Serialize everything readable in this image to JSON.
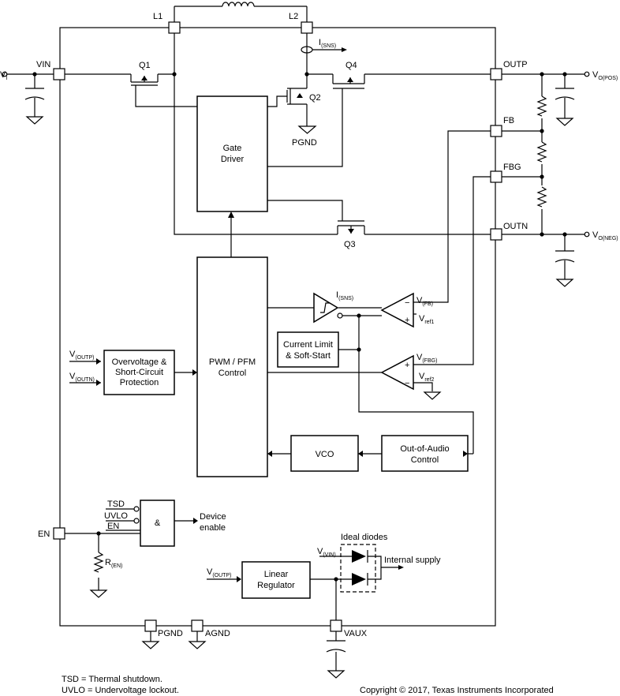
{
  "pins": {
    "L1": "L1",
    "L2": "L2",
    "VIN": "VIN",
    "OUTP": "OUTP",
    "FB": "FB",
    "FBG": "FBG",
    "OUTN": "OUTN",
    "EN": "EN",
    "PGND": "PGND",
    "AGND": "AGND",
    "VAUX": "VAUX"
  },
  "transistors": {
    "q1": "Q1",
    "q2": "Q2",
    "q3": "Q3",
    "q4": "Q4"
  },
  "ext": {
    "vi_main": "V",
    "vi_sub": "I",
    "vopos_main": "V",
    "vopos_sub": "O(POS)",
    "voneg_main": "V",
    "voneg_sub": "O(NEG)",
    "pgnd_sym": "PGND",
    "isns_main": "I",
    "isns_sub": "(SNS)",
    "ren_main": "R",
    "ren_sub": "(EN)"
  },
  "blocks": {
    "gate_driver": [
      "Gate",
      "Driver"
    ],
    "pwm": [
      "PWM / PFM",
      "Control"
    ],
    "ovp": [
      "Overvoltage &",
      "Short-Circuit",
      "Protection"
    ],
    "climit": [
      "Current Limit",
      "& Soft-Start"
    ],
    "vco": "VCO",
    "ooa": [
      "Out-of-Audio",
      "Control"
    ],
    "and": "&",
    "linreg": [
      "Linear",
      "Regulator"
    ]
  },
  "signals": {
    "comp_isns_main": "I",
    "comp_isns_sub": "(SNS)",
    "vfb_main": "V",
    "vfb_sub": "(FB)",
    "vref1_main": "V",
    "vref1_sub": "ref1",
    "vfbg_main": "V",
    "vfbg_sub": "(FBG)",
    "vref2_main": "V",
    "vref2_sub": "ref2",
    "ovp_in1_main": "V",
    "ovp_in1_sub": "(OUTP)",
    "ovp_in2_main": "V",
    "ovp_in2_sub": "(OUTN)",
    "lr_in_main": "V",
    "lr_in_sub": "(OUTP)",
    "vvin_main": "V",
    "vvin_sub": "(VIN)",
    "tsd": "TSD",
    "uvlo": "UVLO",
    "en": "EN",
    "device_enable": [
      "Device",
      "enable"
    ],
    "ideal_diodes": "Ideal diodes",
    "internal_supply": "Internal supply",
    "minus": "−",
    "plus": "+"
  },
  "footnotes": {
    "tsd": "TSD = Thermal shutdown.",
    "uvlo": "UVLO = Undervoltage lockout."
  },
  "copyright": "Copyright © 2017, Texas Instruments Incorporated"
}
